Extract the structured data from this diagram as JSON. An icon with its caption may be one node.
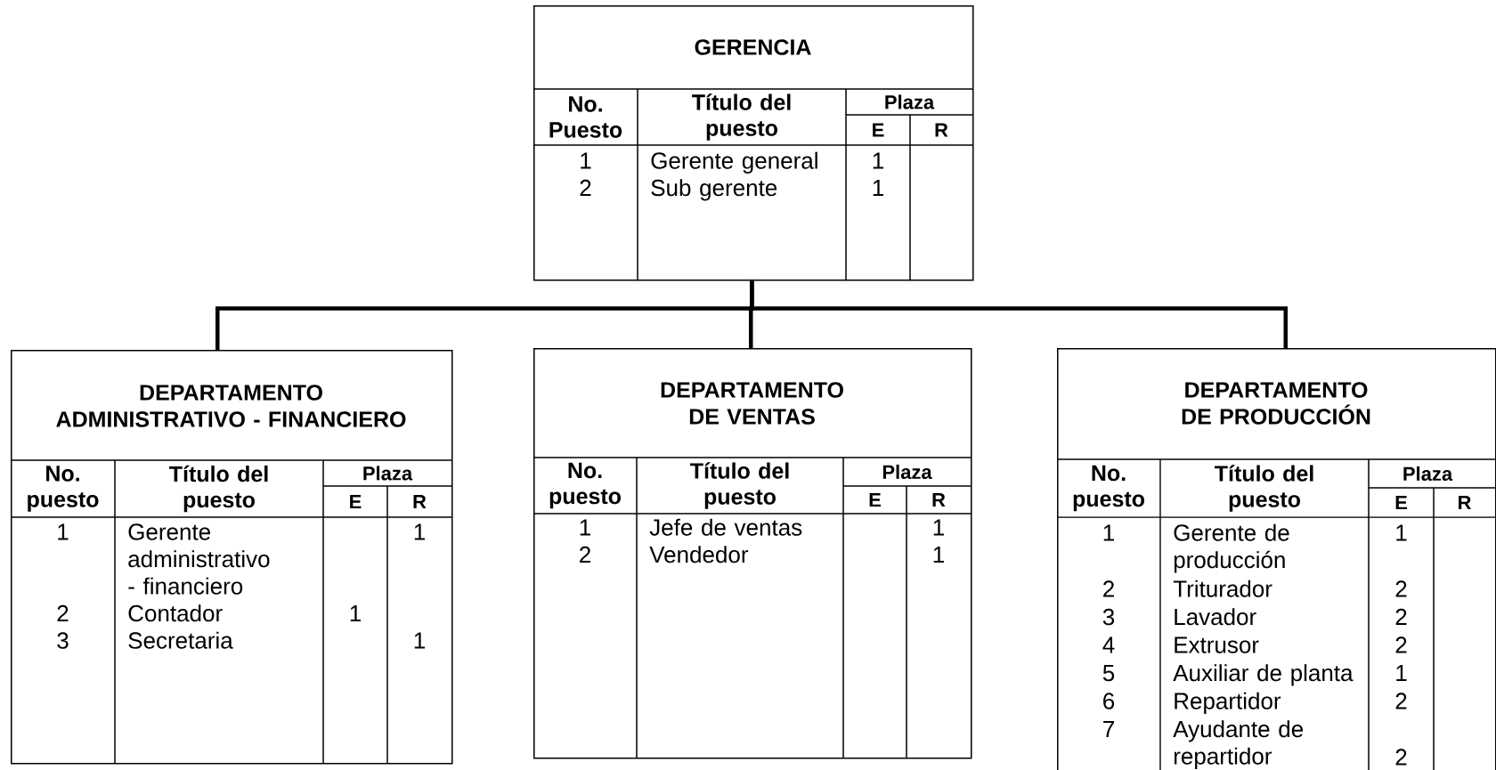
{
  "diagram": {
    "nodes": [
      {
        "text": [
          "GERENCIA",
          "No. Puesto",
          "Título del puesto",
          "Plaza",
          "E",
          "R",
          "1",
          "Gerente general",
          "1",
          "2",
          "Sub gerente",
          "1"
        ]
      },
      {
        "text": [
          "DEPARTAMENTO ADMINISTRATIVO - FINANCIERO",
          "No. puesto",
          "Título del puesto",
          "Plaza",
          "E",
          "R",
          "1",
          "Gerente administrativo - financiero",
          "1",
          "2",
          "Contador",
          "1",
          "3",
          "Secretaria",
          "1"
        ]
      },
      {
        "text": [
          "DEPARTAMENTO DE VENTAS",
          "No. puesto",
          "Título del puesto",
          "Plaza",
          "E",
          "R",
          "1",
          "Jefe de ventas",
          "1",
          "2",
          "Vendedor",
          "1"
        ]
      },
      {
        "text": [
          "DEPARTAMENTO DE PRODUCCIÓN",
          "No. puesto",
          "Título del puesto",
          "Plaza",
          "E",
          "R",
          "1",
          "Gerente de producción",
          "1",
          "2",
          "Triturador",
          "2",
          "3",
          "Lavador",
          "2",
          "4",
          "Extrusor",
          "2",
          "5",
          "Auxiliar de planta",
          "1",
          "6",
          "Repartidor",
          "2",
          "7",
          "Ayudante de repartidor",
          "2"
        ]
      }
    ],
    "edges": [
      {
        "from": 0,
        "to": 1,
        "arrow": "none"
      },
      {
        "from": 0,
        "to": 2,
        "arrow": "none"
      },
      {
        "from": 0,
        "to": 3,
        "arrow": "none"
      }
    ]
  }
}
